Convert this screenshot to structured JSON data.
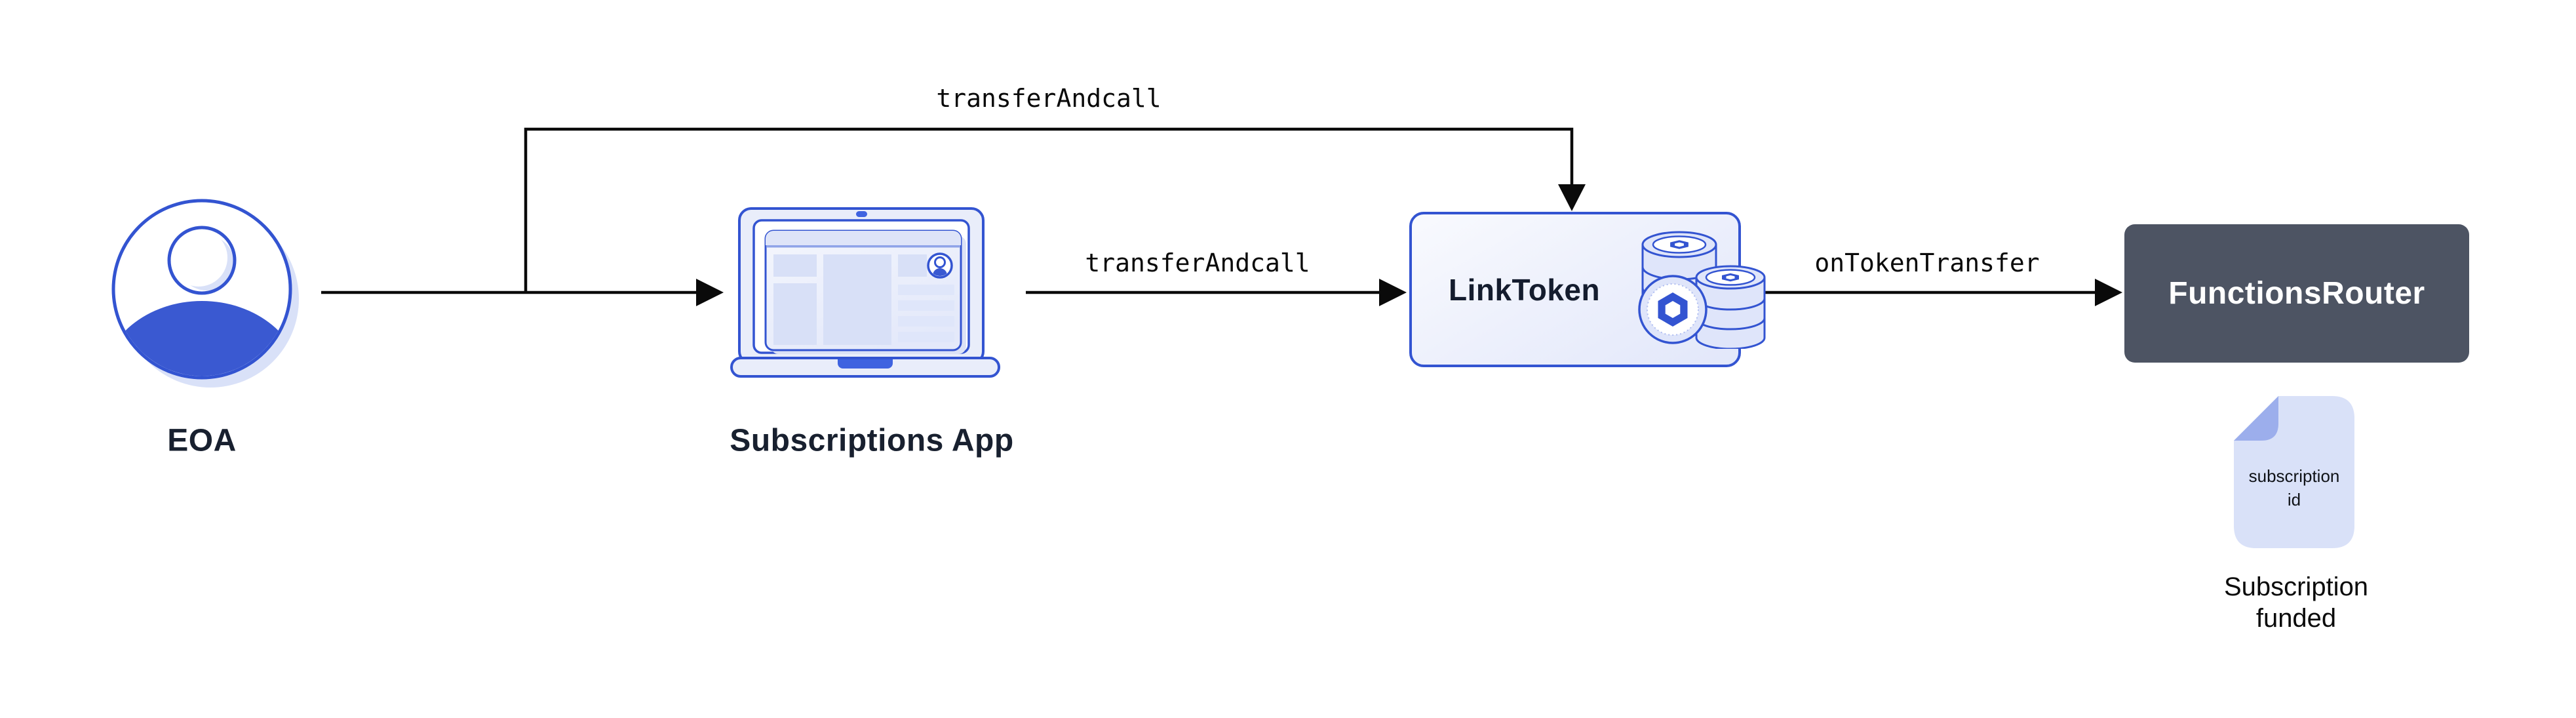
{
  "diagram": {
    "nodes": {
      "eoa": {
        "label": "EOA"
      },
      "subscriptions_app": {
        "label": "Subscriptions App"
      },
      "link_token": {
        "label": "LinkToken"
      },
      "functions_router": {
        "label": "FunctionsRouter"
      }
    },
    "edges": {
      "eoa_to_link_token": {
        "label": "transferAndcall"
      },
      "app_to_link_token": {
        "label": "transferAndcall"
      },
      "link_token_to_router": {
        "label": "onTokenTransfer"
      }
    },
    "artifact": {
      "document": {
        "line1": "subscription",
        "line2": "id"
      },
      "caption": {
        "line1": "Subscription",
        "line2": "funded"
      }
    },
    "colors": {
      "accent_blue": "#3354D1",
      "navy_text": "#18202F",
      "router_slate": "#4D5463",
      "line_black": "#0A0A0A",
      "icon_fill_light": "#E9EDFA",
      "icon_fill_lighter": "#D9E1F8",
      "doc_fold": "#9CAEEC"
    }
  }
}
